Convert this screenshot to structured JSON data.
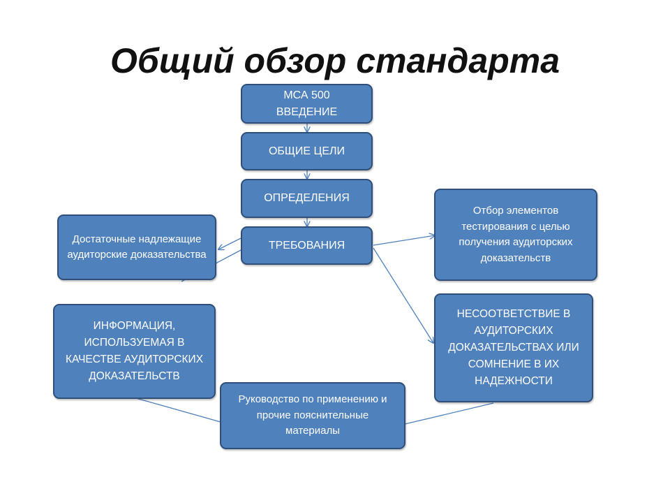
{
  "title": "Общий обзор стандарта",
  "colors": {
    "box_fill": "#4f81bd",
    "box_border": "#2f4f7a",
    "connector": "#4f81bd",
    "text": "#ffffff"
  },
  "nodes": {
    "intro": "МСА 500\nВВЕДЕНИЕ",
    "goals": "ОБЩИЕ ЦЕЛИ",
    "definitions": "ОПРЕДЕЛЕНИЯ",
    "requirements": "ТРЕБОВАНИЯ",
    "sufficient_evidence": "Достаточные надлежащие аудиторские доказательства",
    "information_as_evidence": "ИНФОРМАЦИЯ, ИСПОЛЬЗУЕМАЯ В КАЧЕСТВЕ АУДИТОРСКИХ ДОКАЗАТЕЛЬСТВ",
    "guidance": "Руководство по применению и прочие пояснительные материалы",
    "selecting_items": "Отбор элементов тестирования с целью получения аудиторских доказательств",
    "inconsistency": "НЕСООТВЕТСТВИЕ В АУДИТОРСКИХ ДОКАЗАТЕЛЬСТВАХ ИЛИ СОМНЕНИЕ В ИХ НАДЕЖНОСТИ"
  }
}
